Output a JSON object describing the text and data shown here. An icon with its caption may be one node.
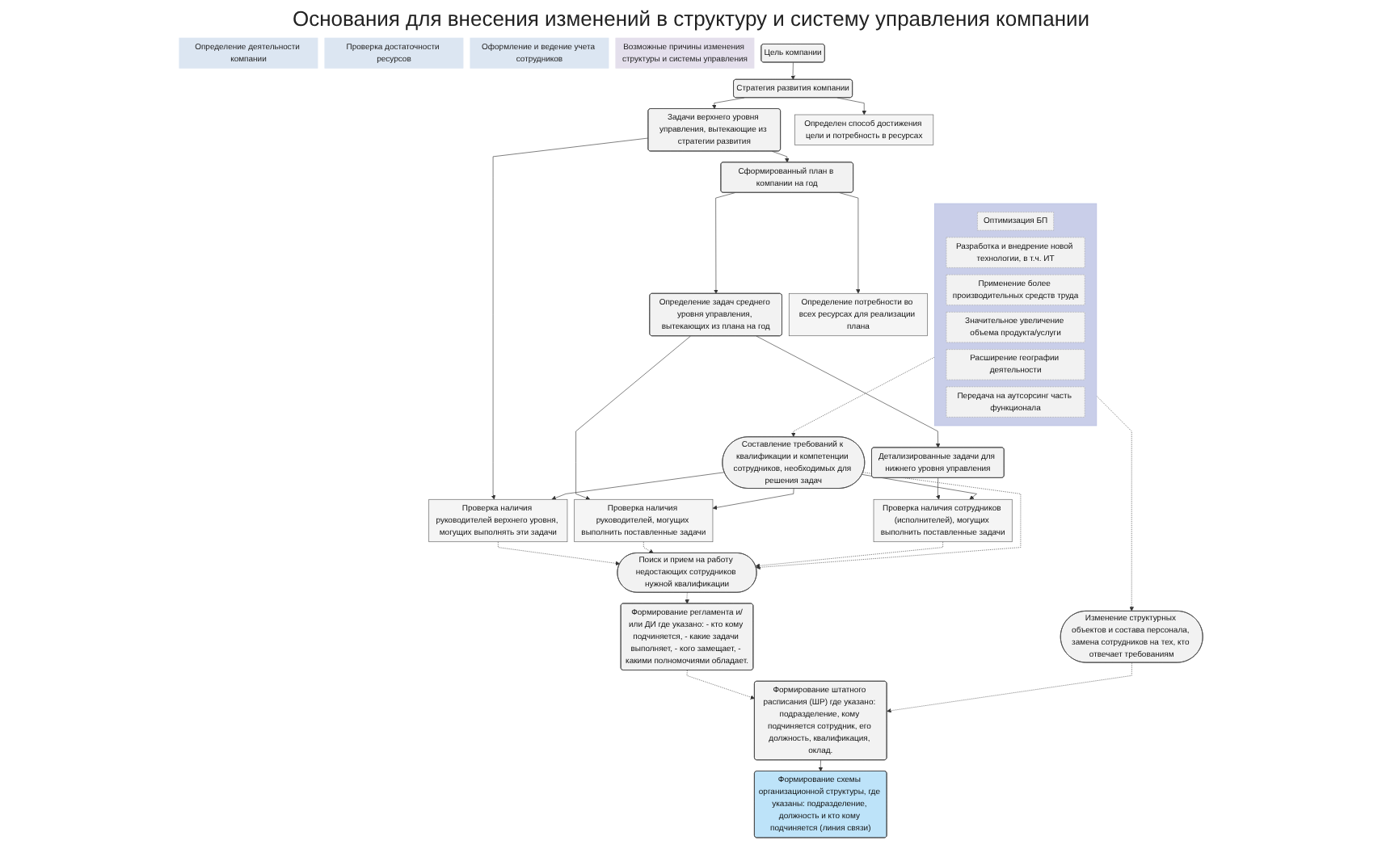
{
  "diagram": {
    "title": "Основания для внесения изменений в структуру и систему управления компании",
    "nodes": [
      {
        "text": [
          "Определение деятельности компании"
        ]
      },
      {
        "text": [
          "Проверка достаточности ресурсов"
        ]
      },
      {
        "text": [
          "Оформление и ведение учета сотрудников"
        ]
      },
      {
        "text": [
          "Возможные причины изменения структуры и системы управления"
        ]
      },
      {
        "text": [
          "Цель компании"
        ]
      },
      {
        "text": [
          "Стратегия развития компании"
        ]
      },
      {
        "text": [
          "Задачи верхнего уровня управления, вытекающие из стратегии развития"
        ]
      },
      {
        "text": [
          "Сформированный план в компании на год"
        ]
      },
      {
        "text": [
          "Определение задач среднего уровня управления, вытекающих из плана на год"
        ]
      },
      {
        "text": [
          "Детализированные задачи для нижнего уровня управления"
        ]
      },
      {
        "text": [
          "Определен способ достижения цели и потребность в ресурсах"
        ]
      },
      {
        "text": [
          "Проверка наличия руководителей верхнего уровня, могущих выполнять эти задачи"
        ]
      },
      {
        "text": [
          "Определение потребности во всех ресурсах для реализации плана"
        ]
      },
      {
        "text": [
          "Проверка наличия руководителей, могущих выполнить поставленные задачи"
        ]
      },
      {
        "text": [
          "Проверка наличия сотрудников (исполнителей), могущих выполнить поставленные задачи"
        ]
      },
      {
        "text": [
          "Составление требований к квалификации и компетенции сотрудников, необходимых для решения задач"
        ]
      },
      {
        "text": [
          "Поиск и прием на работу недостающих сотрудников нужной квалификации"
        ]
      },
      {
        "text": [
          "Формирование регламента и/или ДИ где указано: - кто кому подчиняется, - какие задачи выполняет, - кого замещает, - какими полномочиями обладает."
        ]
      },
      {
        "text": [
          "Формирование штатного расписания (ШР) где указано: подразделение, кому подчиняется сотрудник, его должность, квалификация, оклад."
        ]
      },
      {
        "text": [],
        "shape": "box"
      },
      {
        "text": [
          "Оптимизация БП"
        ],
        "in": 19
      },
      {
        "text": [
          "Разработка и внедрение новой технологии, в т.ч. ИТ"
        ],
        "in": 19
      },
      {
        "text": [
          "Применение более производительных средств труда"
        ],
        "in": 19
      },
      {
        "text": [
          "Значительное увеличение объема продукта/услуги"
        ],
        "in": 19
      },
      {
        "text": [
          "Расширение географии деятельности"
        ],
        "in": 19
      },
      {
        "text": [
          "Передача на аутсорсинг часть функционала"
        ],
        "in": 19
      },
      {
        "text": [
          "Изменение структурных объектов и состава персонала, замена сотрудников на тех, кто отвечает требованиям"
        ]
      },
      {
        "text": [
          "Формирование схемы организационной структуры, где указаны: подразделение, должность и кто кому подчиняется (линия связи)"
        ]
      }
    ],
    "edges": [
      {
        "from": 4,
        "to": 5,
        "arrow": "to"
      },
      {
        "from": 5,
        "to": 6,
        "arrow": "to"
      },
      {
        "from": 6,
        "to": 7,
        "arrow": "to"
      },
      {
        "from": 7,
        "to": 8,
        "arrow": "to"
      },
      {
        "from": 8,
        "to": 9,
        "arrow": "to"
      },
      {
        "from": 5,
        "to": 10,
        "arrow": "to"
      },
      {
        "from": 6,
        "to": 11,
        "arrow": "to"
      },
      {
        "from": 7,
        "to": 12,
        "arrow": "to"
      },
      {
        "from": 8,
        "to": 13,
        "arrow": "to"
      },
      {
        "from": 9,
        "to": 14,
        "arrow": "to"
      },
      {
        "from": 15,
        "to": 11,
        "arrow": "to"
      },
      {
        "from": 15,
        "to": 13,
        "arrow": "to"
      },
      {
        "from": 15,
        "to": 14,
        "arrow": "to"
      },
      {
        "from": 11,
        "to": 16,
        "arrow": "to",
        "style": "dashed"
      },
      {
        "from": 13,
        "to": 16,
        "arrow": "to",
        "style": "dashed"
      },
      {
        "from": 14,
        "to": 16,
        "arrow": "to",
        "style": "dashed"
      },
      {
        "from": 15,
        "to": 16,
        "arrow": "to",
        "style": "dashed"
      },
      {
        "from": 16,
        "to": 17,
        "arrow": "to",
        "style": "dashed"
      },
      {
        "from": 17,
        "to": 18,
        "arrow": "to",
        "style": "dashed"
      },
      {
        "from": 19,
        "to": 15,
        "arrow": "to",
        "style": "dashed"
      },
      {
        "from": 19,
        "to": 26,
        "arrow": "to",
        "style": "dashed"
      },
      {
        "from": 26,
        "to": 18,
        "arrow": "to",
        "style": "dashed"
      },
      {
        "from": 18,
        "to": 27,
        "arrow": "to"
      }
    ]
  }
}
